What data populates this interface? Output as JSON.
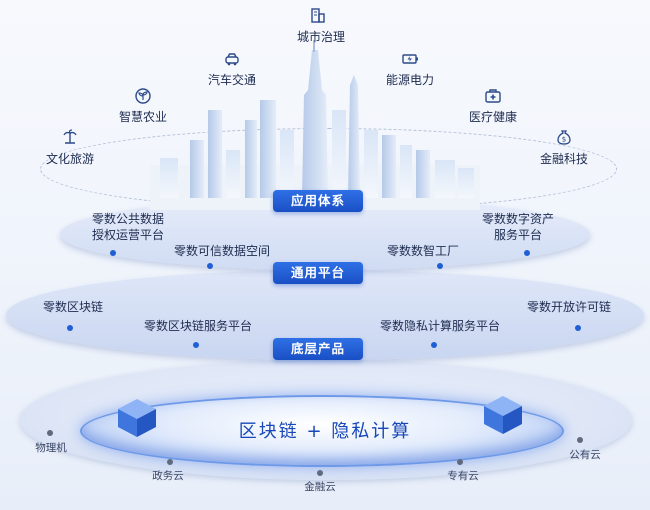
{
  "top_apps": {
    "city": "城市治理",
    "car": "汽车交通",
    "energy": "能源电力",
    "agri": "智慧农业",
    "medical": "医疗健康",
    "tourism": "文化旅游",
    "finance": "金融科技"
  },
  "layers": {
    "app_system": "应用体系",
    "general_platform": "通用平台",
    "base_product": "底层产品"
  },
  "app_layer": {
    "item1_line1": "零数公共数据",
    "item1_line2": "授权运营平台",
    "item2": "零数可信数据空间",
    "item3": "零数数智工厂",
    "item4_line1": "零数数字资产",
    "item4_line2": "服务平台"
  },
  "platform_layer": {
    "item1": "零数区块链",
    "item2": "零数区块链服务平台",
    "item3": "零数隐私计算服务平台",
    "item4": "零数开放许可链"
  },
  "core": {
    "title": "区块链 + 隐私计算"
  },
  "infra": {
    "physical": "物理机",
    "gov_cloud": "政务云",
    "fin_cloud": "金融云",
    "private_cloud": "专有云",
    "public_cloud": "公有云"
  },
  "colors": {
    "accent": "#1f5fd6",
    "text": "#1d2b4f"
  }
}
